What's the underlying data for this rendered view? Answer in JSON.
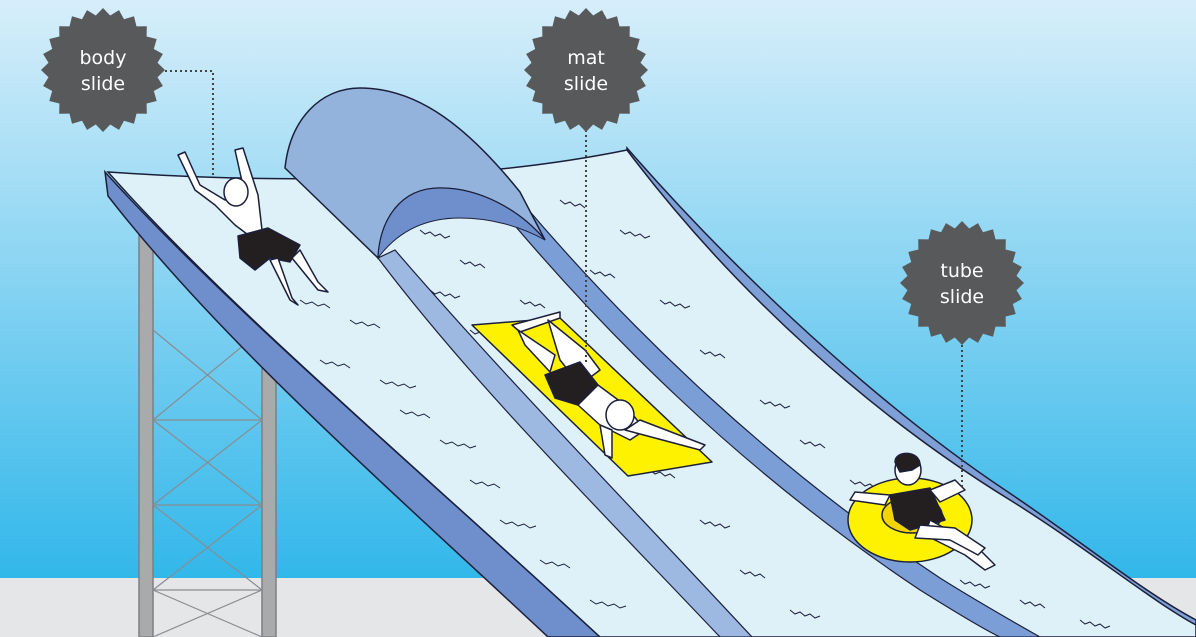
{
  "labels": {
    "body": {
      "line1": "body",
      "line2": "slide"
    },
    "mat": {
      "line1": "mat",
      "line2": "slide"
    },
    "tube": {
      "line1": "tube",
      "line2": "slide"
    }
  },
  "colors": {
    "sky_top": "#d5eefa",
    "sky_bottom": "#33b8ea",
    "ground": "#e4e6e8",
    "slide_surface": "#def1f9",
    "slide_edge": "#6e8fcc",
    "slide_wall": "#8fb0dc",
    "tunnel": "#93b3dc",
    "badge": "#58595b",
    "mat": "#fff200",
    "tube": "#fff200",
    "shorts": "#231f20",
    "frame": "#a9aaac"
  },
  "icons": [
    "body-slide-rider-icon",
    "mat-slide-rider-icon",
    "tube-slide-rider-icon"
  ]
}
